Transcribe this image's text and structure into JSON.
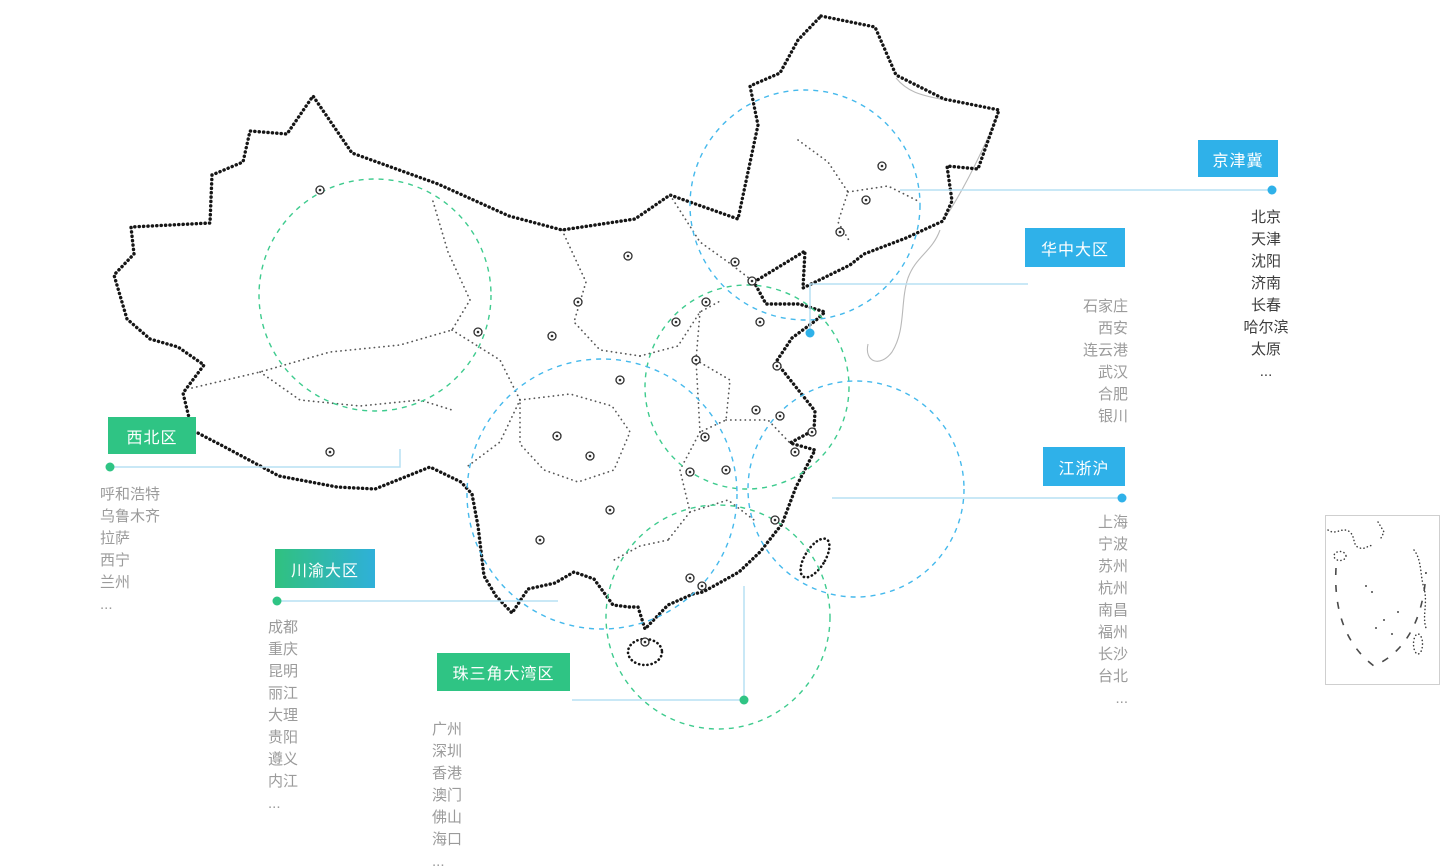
{
  "colors": {
    "blue": "#2fb1e9",
    "green": "#2fc484",
    "chuanyu_gradient": [
      "#30c17f",
      "#2fb0d9"
    ],
    "leader_line": "#b7e0f3",
    "city_text": "#9b9b9b",
    "highlight_city_text": "#3d3d3d",
    "map_outline": "#161616"
  },
  "regions": [
    {
      "id": "jingjinji",
      "label": "京津冀",
      "theme": "blue",
      "cities": [
        "北京",
        "天津",
        "沈阳",
        "济南",
        "长春",
        "哈尔滨",
        "太原",
        "..."
      ]
    },
    {
      "id": "huazhong",
      "label": "华中大区",
      "theme": "blue",
      "cities": [
        "石家庄",
        "西安",
        "连云港",
        "武汉",
        "合肥",
        "银川"
      ]
    },
    {
      "id": "jiangzhehu",
      "label": "江浙沪",
      "theme": "blue",
      "cities": [
        "上海",
        "宁波",
        "苏州",
        "杭州",
        "南昌",
        "福州",
        "长沙",
        "台北",
        "..."
      ]
    },
    {
      "id": "xibei",
      "label": "西北区",
      "theme": "green",
      "cities": [
        "呼和浩特",
        "乌鲁木齐",
        "拉萨",
        "西宁",
        "兰州",
        "..."
      ]
    },
    {
      "id": "chuanyu",
      "label": "川渝大区",
      "theme": "green-blue",
      "cities": [
        "成都",
        "重庆",
        "昆明",
        "丽江",
        "大理",
        "贵阳",
        "遵义",
        "内江",
        "..."
      ]
    },
    {
      "id": "zhusanjiao",
      "label": "珠三角大湾区",
      "theme": "green",
      "cities": [
        "广州",
        "深圳",
        "香港",
        "澳门",
        "佛山",
        "海口",
        "..."
      ]
    }
  ]
}
